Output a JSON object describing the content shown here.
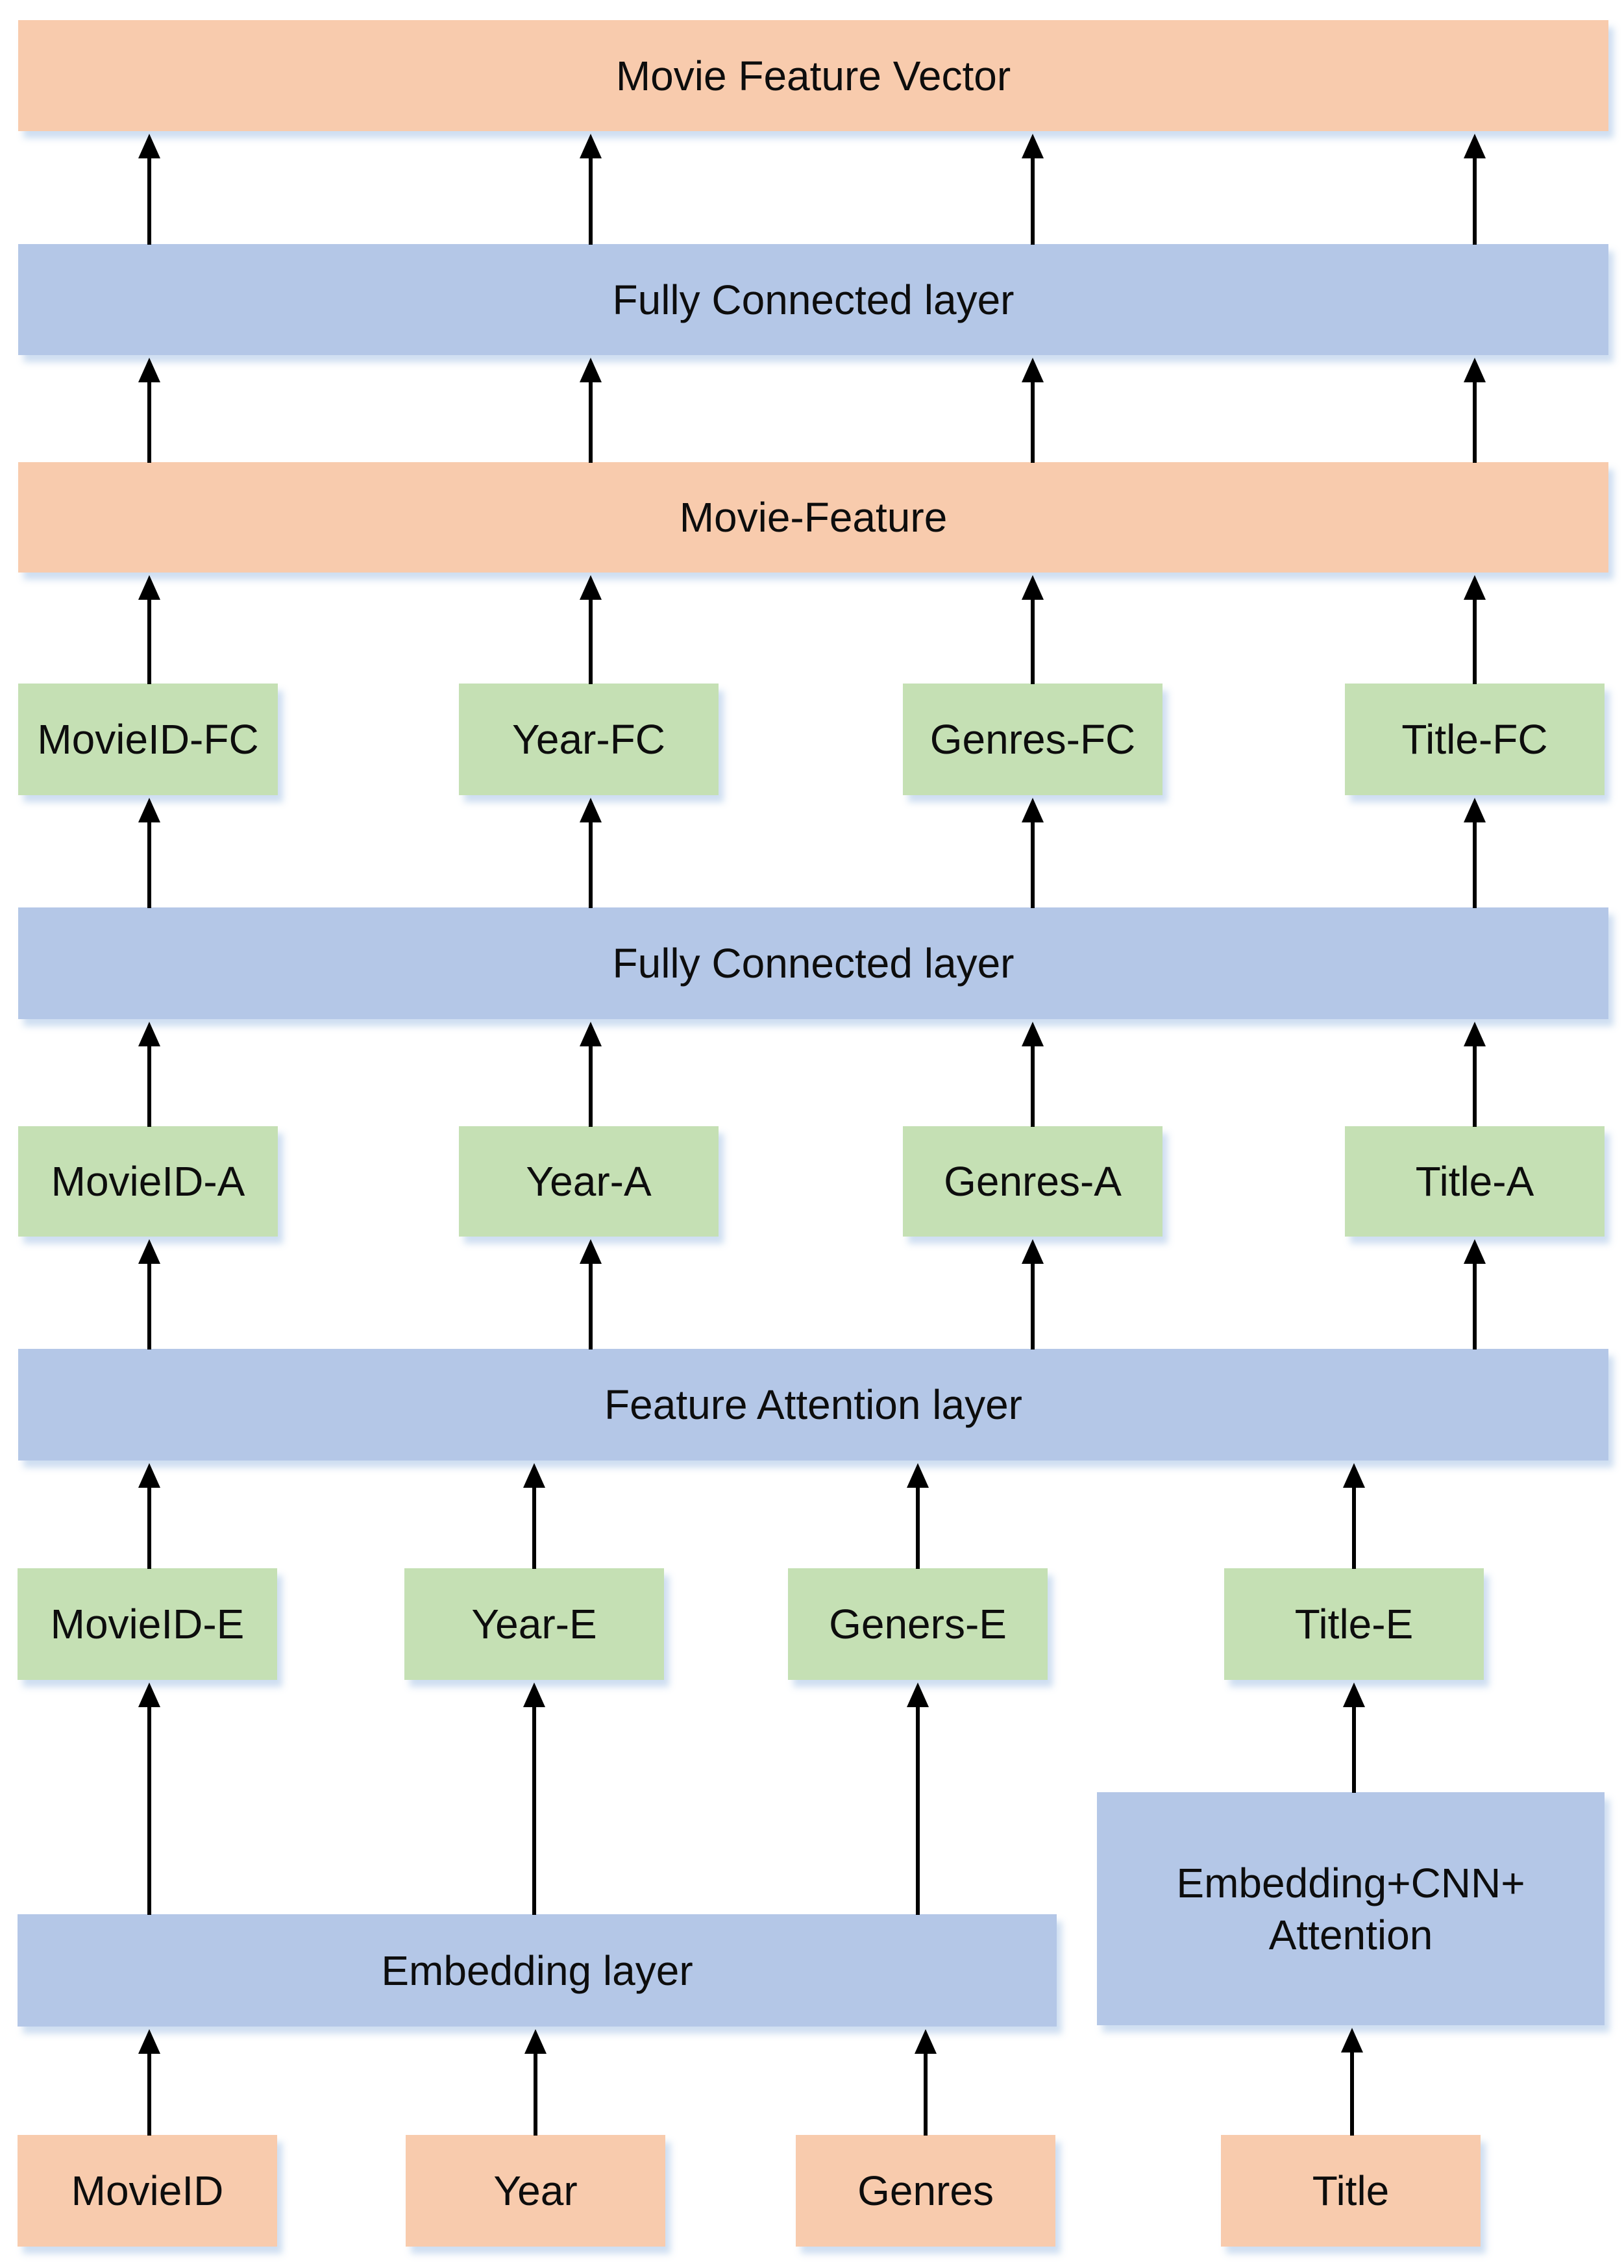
{
  "colors": {
    "input_fill": "#F8CBAD",
    "layer_fill": "#B4C7E7",
    "feature_fill": "#C5E0B4",
    "arrow": "#000000"
  },
  "nodes": {
    "movie_feature_vector": "Movie Feature Vector",
    "fully_connected_top": "Fully Connected layer",
    "movie_feature": "Movie-Feature",
    "fc_row": [
      "MovieID-FC",
      "Year-FC",
      "Genres-FC",
      "Title-FC"
    ],
    "fully_connected_mid": "Fully Connected layer",
    "attention_row": [
      "MovieID-A",
      "Year-A",
      "Genres-A",
      "Title-A"
    ],
    "feature_attention": "Feature Attention layer",
    "embedding_row": [
      "MovieID-E",
      "Year-E",
      "Geners-E",
      "Title-E"
    ],
    "embedding_layer": "Embedding layer",
    "embedding_cnn_attention_lines": [
      "Embedding+CNN+",
      "Attention"
    ],
    "input_row": [
      "MovieID",
      "Year",
      "Genres",
      "Title"
    ]
  }
}
